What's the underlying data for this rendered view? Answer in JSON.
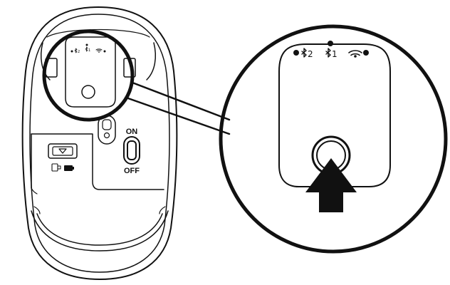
{
  "switch": {
    "on_label": "ON",
    "off_label": "OFF"
  },
  "channels": {
    "bt2_number": "2",
    "bt1_number": "1"
  },
  "colors": {
    "stroke": "#111111",
    "background": "#ffffff"
  },
  "icons": [
    "bluetooth-icon",
    "wifi-icon",
    "battery-icon",
    "receiver-icon",
    "arrow-up-icon",
    "eject-triangle-icon"
  ]
}
